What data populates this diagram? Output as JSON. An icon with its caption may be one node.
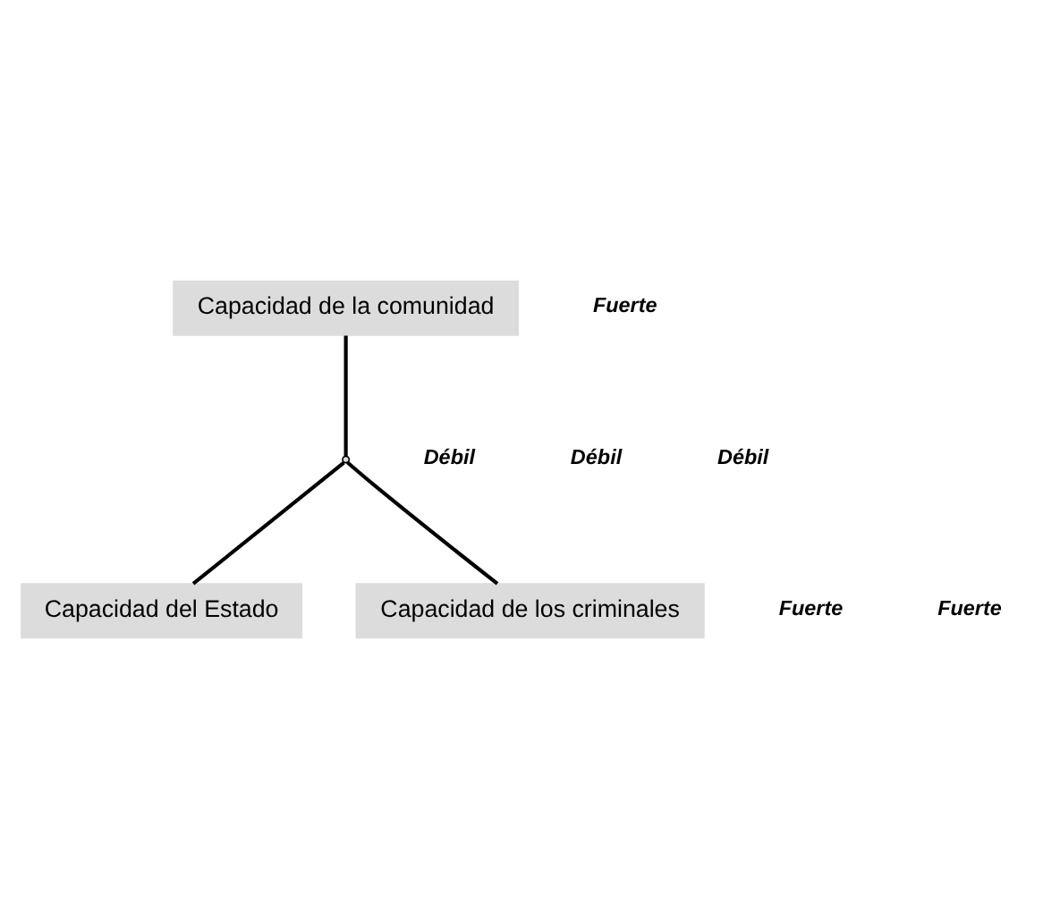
{
  "diagram": {
    "nodes": [
      {
        "text": [
          "Capacidad de la comunidad"
        ]
      },
      {
        "text": [],
        "shape": "point"
      },
      {
        "text": [
          "Capacidad del Estado"
        ]
      },
      {
        "text": [
          "Capacidad de los criminales"
        ]
      }
    ],
    "edges": [
      {
        "from": 0,
        "to": 1,
        "arrow": "none"
      },
      {
        "from": 1,
        "to": 2,
        "arrow": "none"
      },
      {
        "from": 1,
        "to": 3,
        "arrow": "none"
      }
    ],
    "labels": [
      "Fuerte",
      "Débil",
      "Débil",
      "Débil",
      "Fuerte",
      "Fuerte"
    ]
  }
}
